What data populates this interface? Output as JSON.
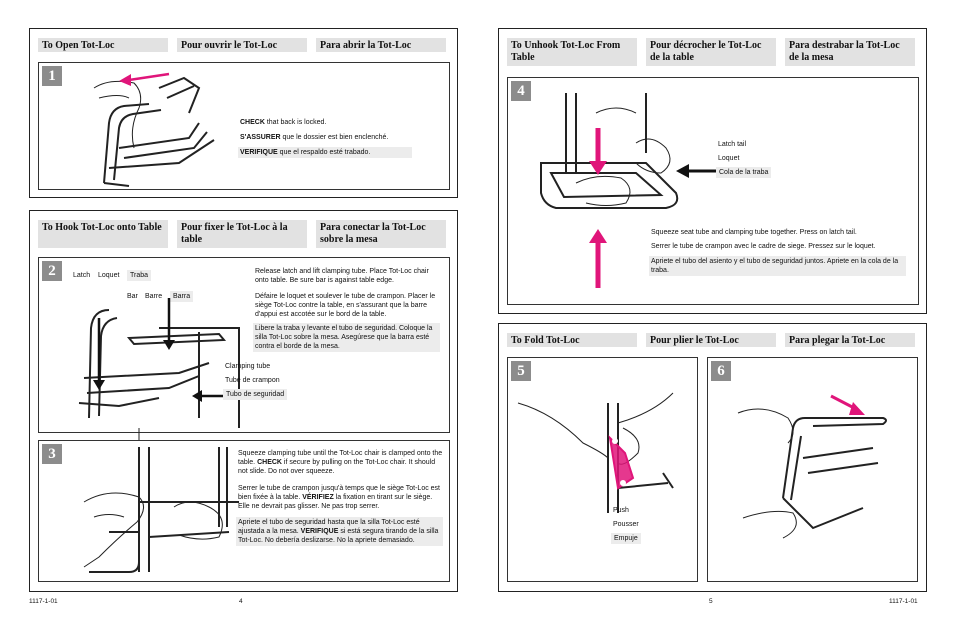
{
  "colors": {
    "accent": "#e0157a",
    "header_bg": "#e2e2e2",
    "number_bg": "#8c8c8c"
  },
  "left": {
    "footer": {
      "code": "1117-1-01",
      "page": "4"
    },
    "open": {
      "headers": [
        "To Open Tot-Loc",
        "Pour ouvrir le Tot-Loc",
        "Para abrir la Tot-Loc"
      ],
      "step": "1",
      "lines": [
        {
          "bold": "CHECK",
          "rest": " that back is locked."
        },
        {
          "bold": "S'ASSURER",
          "rest": " que le dossier est bien enclenché."
        },
        {
          "bold": "VERIFIQUE",
          "rest": " que el respaldo esté trabado."
        }
      ]
    },
    "hook": {
      "headers": [
        "To Hook Tot-Loc onto Table",
        "Pour fixer le Tot-Loc à la table",
        "Para conectar la Tot-Loc sobre la mesa"
      ],
      "step": "2",
      "latch_labels": [
        "Latch",
        "Loquet",
        "Traba"
      ],
      "bar_labels": [
        "Bar",
        "Barre",
        "Barra"
      ],
      "clamp_labels": [
        "Clamping tube",
        "Tube de crampon",
        "Tubo de seguridad"
      ],
      "paragraphs": [
        "Release latch and lift clamping tube. Place Tot-Loc chair onto table. Be sure bar is against table edge.",
        "Défaire le loquet et soulever le tube de crampon. Placer le siège Tot-Loc contre la table, en s'assurant que la barre d'appui est accotée sur le bord de la table.",
        "Libere la traba y levante el tubo de seguridad. Coloque la silla Tot-Loc sobre la mesa. Asegúrese que la barra esté contra el borde de la mesa."
      ]
    },
    "clamp": {
      "step": "3",
      "p1": "Squeeze clamping tube until the Tot-Loc chair is clamped onto the table. ",
      "p1_bold": "CHECK",
      "p1_rest": " if secure by pulling on the Tot-Loc chair. It should not slide. Do not over squeeze.",
      "p2": "Serrer le tube de crampon jusqu'à temps que le siège Tot-Loc est bien fixée à la table. ",
      "p2_bold": "VÉRIFIEZ",
      "p2_rest": " la fixation en tirant sur le siège. Elle ne devrait pas glisser. Ne pas trop serrer.",
      "p3": "Apriete el tubo de seguridad hasta que la silla Tot-Loc esté ajustada a la mesa. ",
      "p3_bold": "VERIFIQUE",
      "p3_rest": " si está segura tirando de la silla Tot-Loc. No debería deslizarse. No la apriete demasiado."
    }
  },
  "right": {
    "footer": {
      "page": "5",
      "code": "1117-1-01"
    },
    "unhook": {
      "headers": [
        "To Unhook Tot-Loc From Table",
        "Pour décrocher le Tot-Loc de la table",
        "Para destrabar la Tot-Loc de la mesa"
      ],
      "step": "4",
      "tail_labels": [
        "Latch tail",
        "Loquet",
        "Cola de la traba"
      ],
      "paragraphs": [
        "Squeeze seat tube and clamping tube together. Press on latch tail.",
        "Serrer le tube de crampon avec le cadre de siege. Pressez sur le loquet.",
        "Apriete el tubo del asiento y el tubo de seguridad juntos. Apriete en la cola de la traba."
      ]
    },
    "fold": {
      "headers": [
        "To Fold Tot-Loc",
        "Pour plier le Tot-Loc",
        "Para plegar la Tot-Loc"
      ],
      "step5": "5",
      "step6": "6",
      "push_labels": [
        "Push",
        "Pousser",
        "Empuje"
      ]
    }
  }
}
